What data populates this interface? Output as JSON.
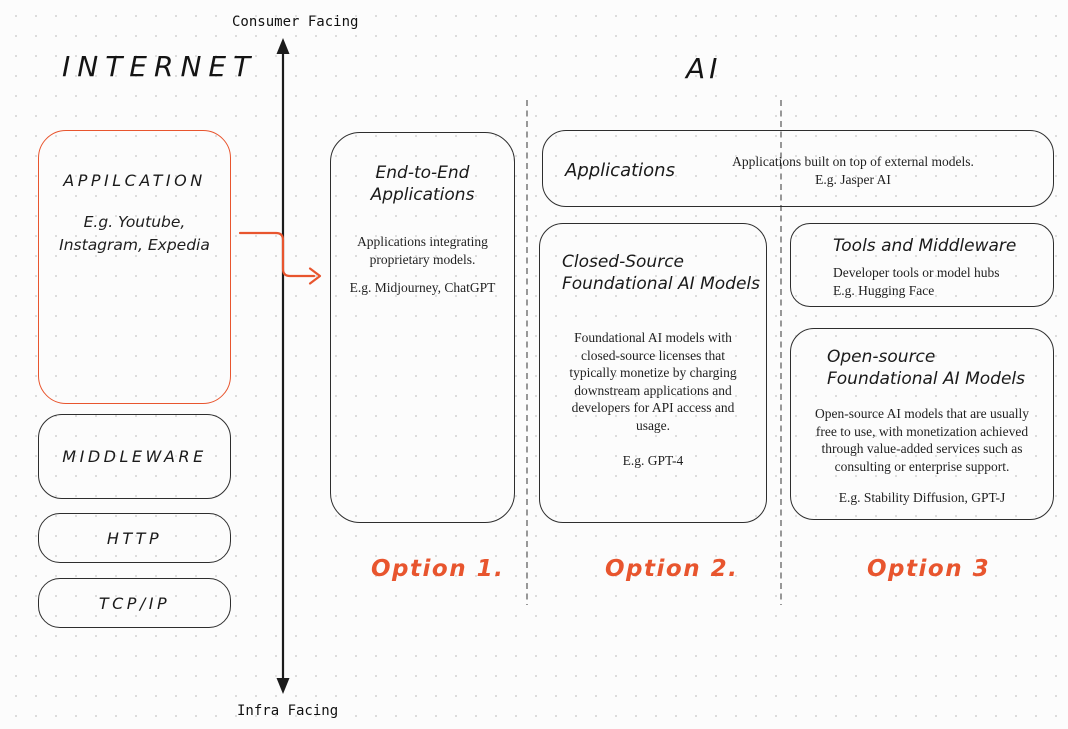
{
  "colors": {
    "accent_orange": "#e8552e",
    "ink": "#1e1e1e",
    "divider_gray": "#8c8c8c"
  },
  "axis": {
    "top_label": "Consumer Facing",
    "bottom_label": "Infra Facing"
  },
  "internet": {
    "heading": "INTERNET",
    "application": {
      "title": "APPILCATION",
      "examples": "E.g. Youtube,\nInstagram, Expedia"
    },
    "middleware": {
      "title": "MIDDLEWARE"
    },
    "http": {
      "title": "HTTP"
    },
    "tcpip": {
      "title": "TCP/IP"
    }
  },
  "ai": {
    "heading": "AI",
    "applications": {
      "title": "Applications",
      "description": "Applications built on top of external models.",
      "example": "E.g. Jasper AI"
    },
    "end_to_end": {
      "title": "End-to-End\nApplications",
      "description": "Applications integrating\nproprietary models.",
      "example": "E.g. Midjourney, ChatGPT"
    },
    "closed_source": {
      "title": "Closed-Source\nFoundational AI Models",
      "description": "Foundational AI models with\nclosed-source licenses that\ntypically monetize by charging\ndownstream applications and\ndevelopers for API access and\nusage.",
      "example": "E.g. GPT-4"
    },
    "tools": {
      "title": "Tools and Middleware",
      "description": "Developer tools or model hubs",
      "example": "E.g. Hugging Face"
    },
    "open_source": {
      "title": "Open-source\nFoundational AI Models",
      "description": "Open-source AI models that are usually\nfree to use, with monetization achieved\nthrough value-added services such as\nconsulting or enterprise support.",
      "example": "E.g. Stability Diffusion, GPT-J"
    }
  },
  "options": {
    "one": "Option 1.",
    "two": "Option 2.",
    "three": "Option 3"
  }
}
